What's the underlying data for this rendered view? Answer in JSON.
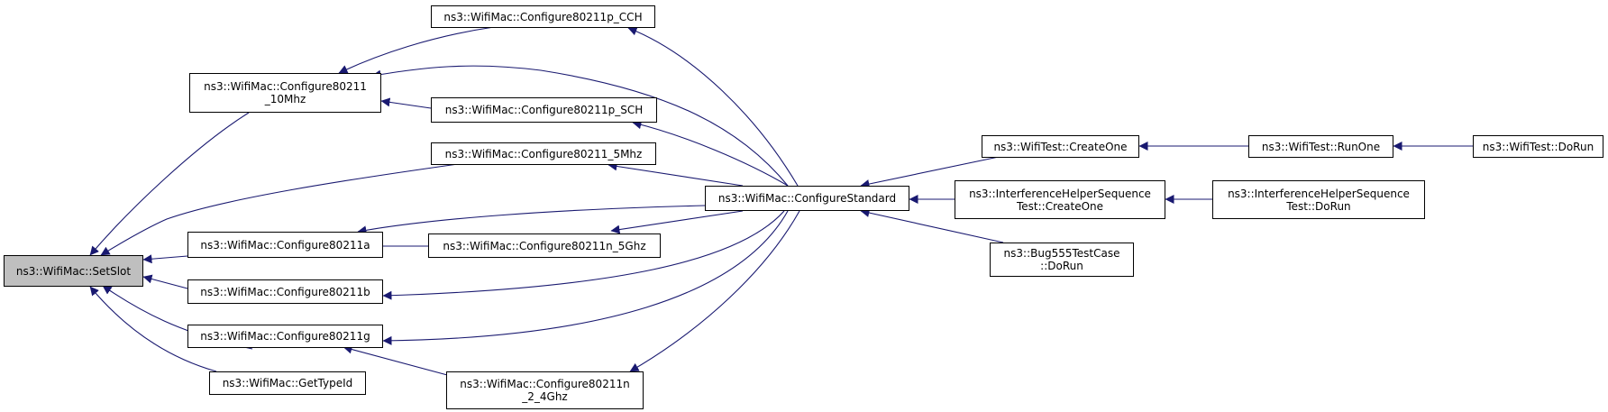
{
  "graph": {
    "nodes": {
      "setslot": [
        "ns3::WifiMac::SetSlot"
      ],
      "cfg10mhz": [
        "ns3::WifiMac::Configure80211",
        "_10Mhz"
      ],
      "cfgpcch": [
        "ns3::WifiMac::Configure80211p_CCH"
      ],
      "cfgpsch": [
        "ns3::WifiMac::Configure80211p_SCH"
      ],
      "cfg5mhz": [
        "ns3::WifiMac::Configure80211_5Mhz"
      ],
      "cfga": [
        "ns3::WifiMac::Configure80211a"
      ],
      "cfgn5": [
        "ns3::WifiMac::Configure80211n_5Ghz"
      ],
      "cfgb": [
        "ns3::WifiMac::Configure80211b"
      ],
      "cfgg": [
        "ns3::WifiMac::Configure80211g"
      ],
      "gettypeid": [
        "ns3::WifiMac::GetTypeId"
      ],
      "cfgn24": [
        "ns3::WifiMac::Configure80211n",
        "_2_4Ghz"
      ],
      "cfgstd": [
        "ns3::WifiMac::ConfigureStandard"
      ],
      "wt_createone": [
        "ns3::WifiTest::CreateOne"
      ],
      "wt_runone": [
        "ns3::WifiTest::RunOne"
      ],
      "wt_dorun": [
        "ns3::WifiTest::DoRun"
      ],
      "ihs_createone": [
        "ns3::InterferenceHelperSequence",
        "Test::CreateOne"
      ],
      "ihs_dorun": [
        "ns3::InterferenceHelperSequence",
        "Test::DoRun"
      ],
      "bug555": [
        "ns3::Bug555TestCase",
        "::DoRun"
      ]
    },
    "colors": {
      "edge": "#191970",
      "root_fill": "#bfbfbf",
      "node_fill": "#ffffff",
      "border": "#000000"
    }
  }
}
